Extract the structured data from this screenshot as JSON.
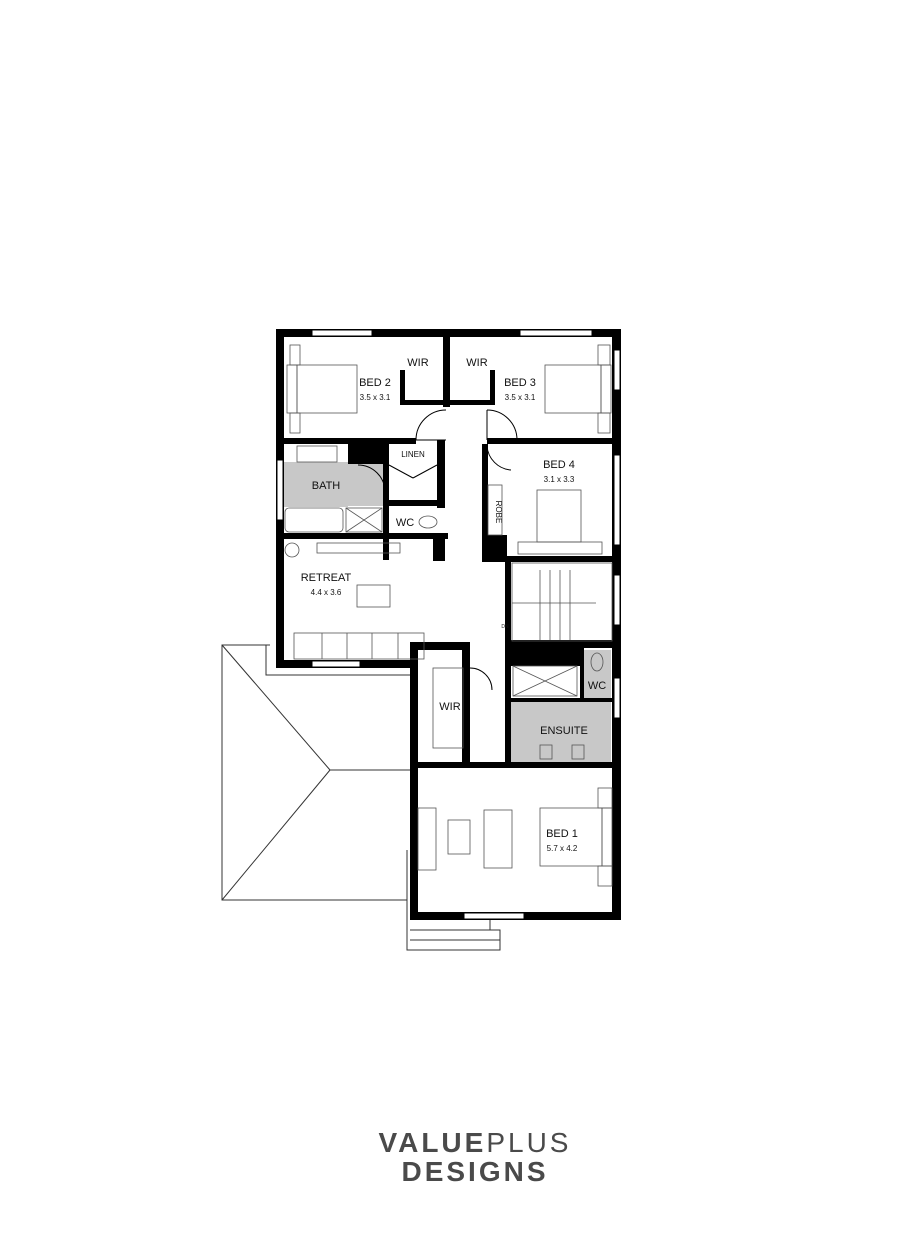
{
  "rooms": {
    "bed2": {
      "name": "BED 2",
      "size": "3.5 x 3.1"
    },
    "bed3": {
      "name": "BED 3",
      "size": "3.5 x 3.1"
    },
    "bed4": {
      "name": "BED 4",
      "size": "3.1 x 3.3"
    },
    "bed1": {
      "name": "BED 1",
      "size": "5.7 x 4.2"
    },
    "retreat": {
      "name": "RETREAT",
      "size": "4.4 x 3.6"
    },
    "wir_bed2": "WIR",
    "wir_bed3": "WIR",
    "wir_bed1": "WIR",
    "linen": "LINEN",
    "bath": "BATH",
    "wc_main": "WC",
    "wc_ensuite": "WC",
    "robe": "ROBE",
    "ensuite": "ENSUITE",
    "stair_dn": "DN"
  },
  "logo": {
    "line1_bold": "VALUE",
    "line1_light": "PLUS",
    "line2": "DESIGNS"
  },
  "colors": {
    "wall": "#000000",
    "wet_area": "#c8c8c8",
    "outline": "#555555"
  }
}
